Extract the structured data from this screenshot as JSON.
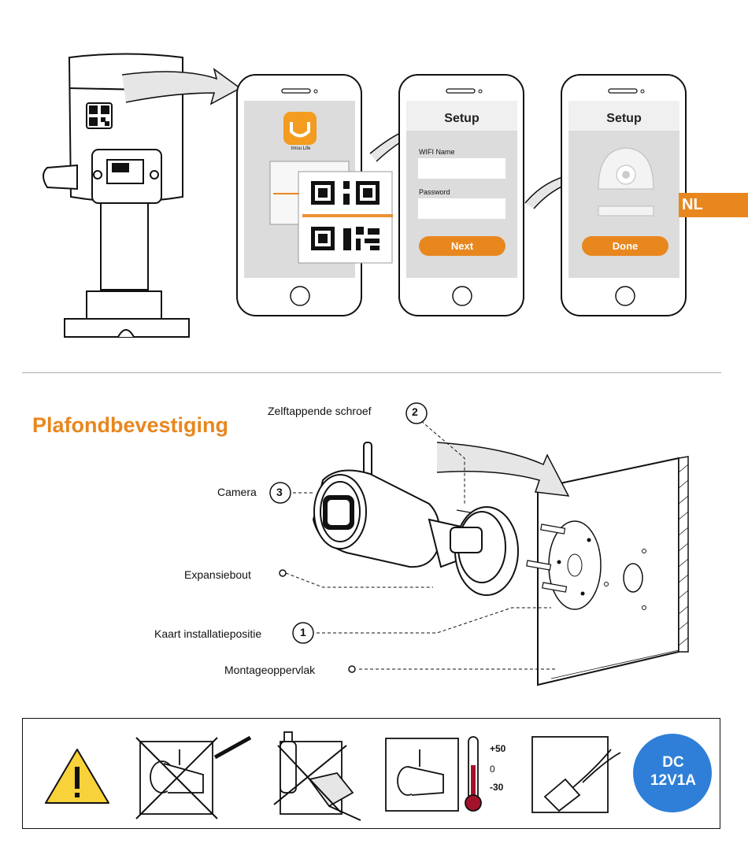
{
  "colors": {
    "accent": "#e8871e",
    "blue": "#2f7fd8",
    "phone_screen": "#dcdcdc",
    "field": "#ffffff"
  },
  "language_tab": "NL",
  "setup_steps": {
    "app_label": "Imou Life",
    "setup_title_1": "Setup",
    "wifi_label": "WIFI Name",
    "password_label": "Password",
    "next_button": "Next",
    "setup_title_2": "Setup",
    "done_button": "Done"
  },
  "ceiling_mount": {
    "title": "Plafondbevestiging",
    "labels": {
      "self_tapping_screw": "Zelftappende schroef",
      "camera": "Camera",
      "expansion_bolt": "Expansiebout",
      "card_position": "Kaart installatiepositie",
      "mounting_surface": "Montageoppervlak"
    },
    "markers": {
      "screw": "2",
      "camera": "3",
      "card": "1"
    }
  },
  "warnings": {
    "temp_high": "+50",
    "temp_zero": "0",
    "temp_low": "-30",
    "power_line1": "DC",
    "power_line2": "12V1A",
    "icons": [
      "warning-triangle-icon",
      "no-disassembly-icon",
      "no-chemical-cleaning-icon",
      "temperature-range-icon",
      "usb-cable-icon",
      "dc-power-badge-icon"
    ]
  }
}
